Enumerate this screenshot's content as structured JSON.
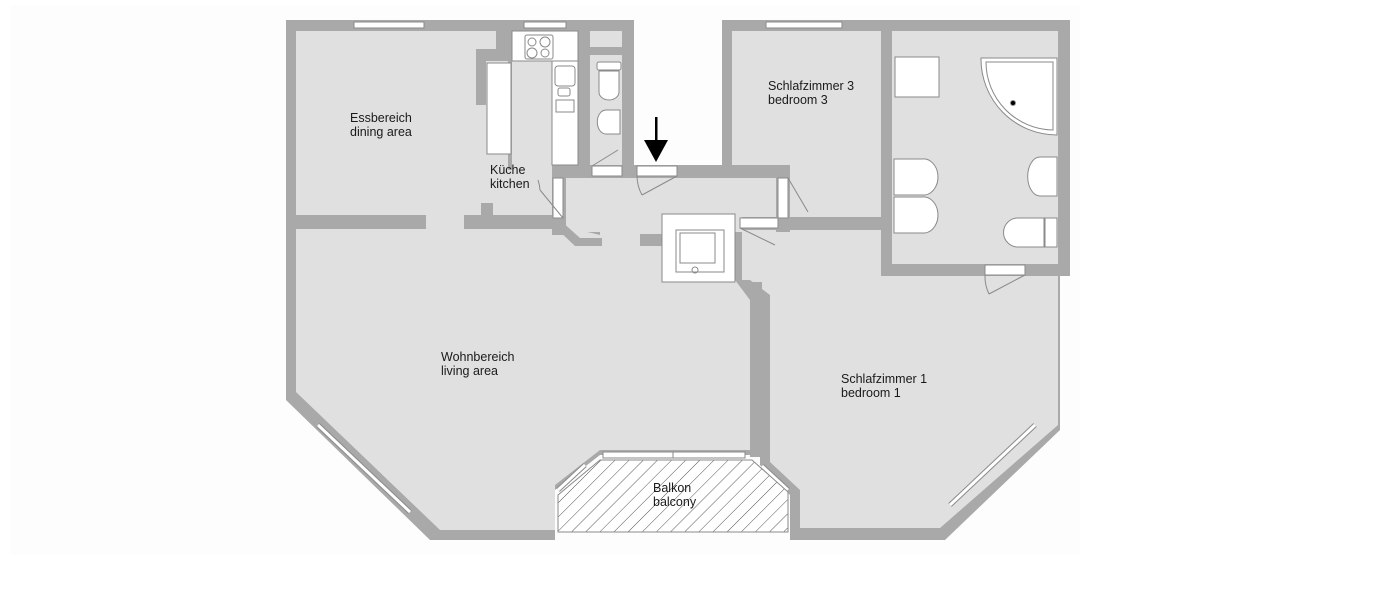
{
  "colors": {
    "background": "#ffffff",
    "paper": "#fdfdfd",
    "floor": "#e0e0e0",
    "wall": "#a9a9a9",
    "fixture": "#ffffff",
    "fixture_stroke": "#8a8a8a",
    "hatch": "#555555",
    "arrow": "#000000",
    "text": "#1a1a1a"
  },
  "rooms": [
    {
      "id": "dining",
      "de": "Essbereich",
      "en": "dining area"
    },
    {
      "id": "kitchen",
      "de": "Küche",
      "en": "kitchen"
    },
    {
      "id": "bedroom3",
      "de": "Schlafzimmer 3",
      "en": "bedroom 3"
    },
    {
      "id": "living",
      "de": "Wohnbereich",
      "en": "living area"
    },
    {
      "id": "bedroom1",
      "de": "Schlafzimmer 1",
      "en": "bedroom 1"
    },
    {
      "id": "balcony",
      "de": "Balkon",
      "en": "balcony"
    }
  ],
  "icons": {
    "entrance": "entrance-arrow-icon"
  }
}
